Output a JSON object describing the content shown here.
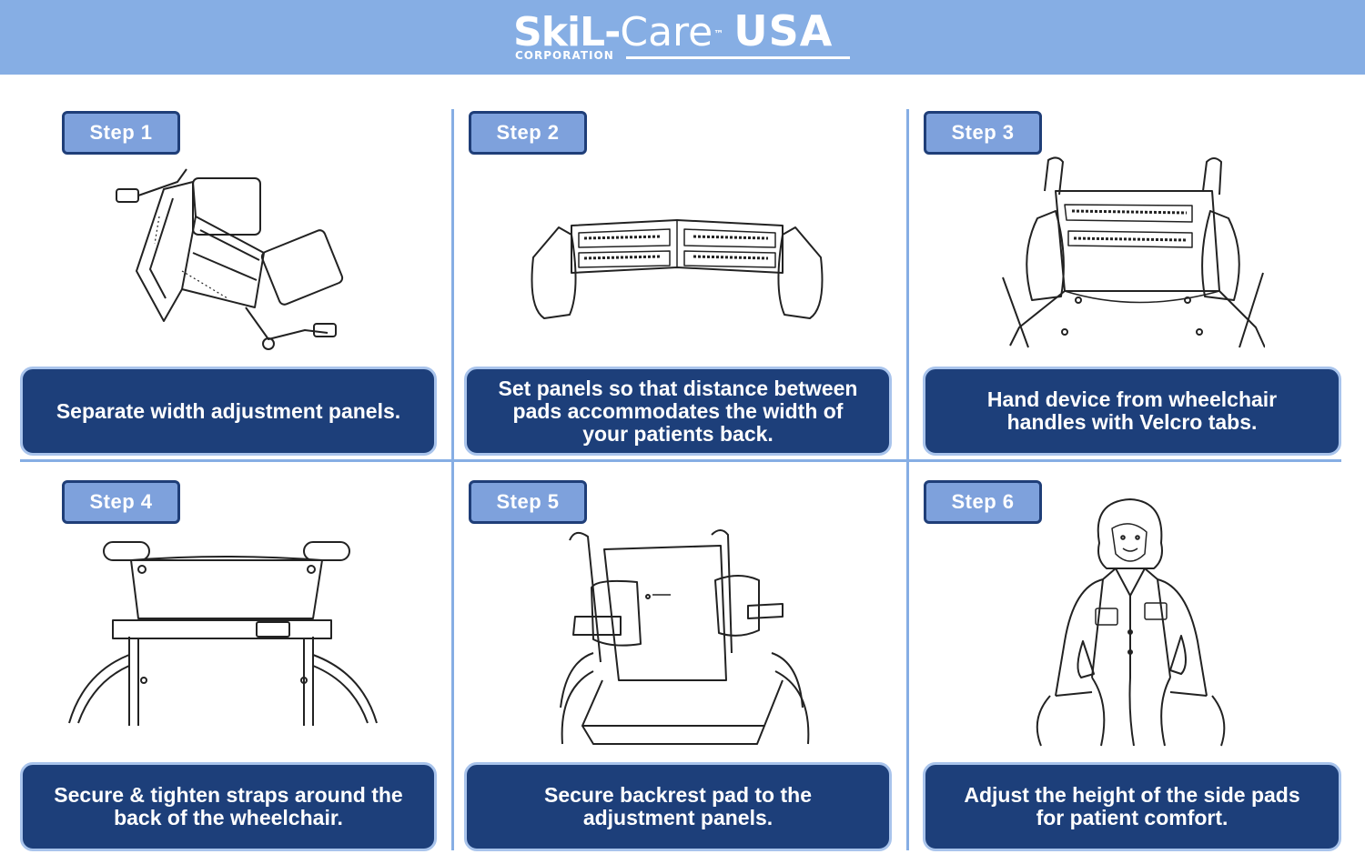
{
  "brand": {
    "name_part1": "SkiL-",
    "name_part2": "Care",
    "trademark": "™",
    "name_part3": "USA",
    "subtitle": "CORPORATION",
    "header_color": "#86aee4"
  },
  "colors": {
    "caption_bg": "#1d3f7a",
    "caption_border": "#a9c4ec",
    "step_tag_bg": "#7ea1dc",
    "step_tag_border": "#1f3e78"
  },
  "steps": [
    {
      "label": "Step 1",
      "caption": "Separate width  adjustment panels."
    },
    {
      "label": "Step 2",
      "caption": "Set panels so that distance between pads accommodates the width of your patients back."
    },
    {
      "label": "Step 3",
      "caption": "Hand device from wheelchair handles with Velcro tabs."
    },
    {
      "label": "Step 4",
      "caption": "Secure & tighten straps around the back of the wheelchair."
    },
    {
      "label": "Step 5",
      "caption": "Secure backrest pad to the adjustment panels."
    },
    {
      "label": "Step 6",
      "caption": "Adjust the height of the side pads for patient comfort."
    }
  ],
  "illustrations": [
    {
      "icon": "unfolded-panels-illustration"
    },
    {
      "icon": "panels-with-side-pads-illustration"
    },
    {
      "icon": "device-on-handles-illustration"
    },
    {
      "icon": "strapped-wheelchair-back-illustration"
    },
    {
      "icon": "wheelchair-with-backrest-illustration"
    },
    {
      "icon": "seated-patient-illustration"
    }
  ]
}
